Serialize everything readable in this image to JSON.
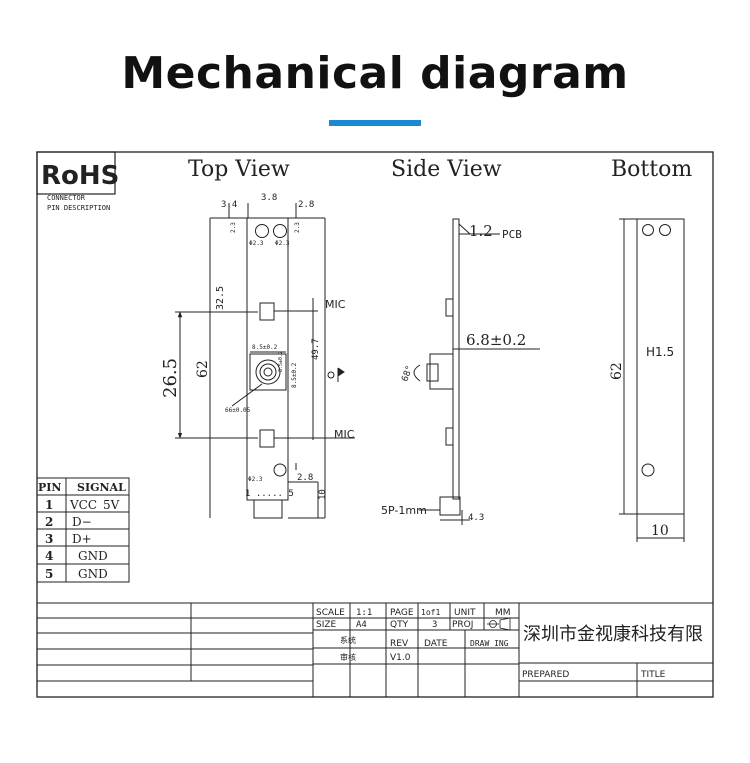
{
  "page": {
    "heading": "Mechanical diagram"
  },
  "colors": {
    "accent": "#1a8ad4",
    "line": "#222222"
  },
  "drawing": {
    "rohs": "RoHS",
    "connector_label": "CONNECTOR",
    "pin_description_label": "PIN DESCRIPTION",
    "top_view": {
      "title": "Top View",
      "dims": {
        "d3_4": "3.4",
        "d3_8": "3.8",
        "d2_8_top": "2.8",
        "d2_3a": "2.3",
        "d2_3b": "2.3",
        "hole_a": "Φ2.3",
        "hole_b": "Φ2.3",
        "d32_5": "32.5",
        "d26_5": "26.5",
        "d62": "62",
        "d49_7": "49.7",
        "d8_5a": "8.5±0.2",
        "d8_5b": "8.5±0.2",
        "d8_5c": "8.5±0.2",
        "fov": "66±0.05",
        "hole_c": "Φ2.3",
        "d2_8_bottom": "2.8",
        "d10": "10",
        "pins": "1 ..... 5"
      },
      "mic_top": "MIC",
      "mic_bottom": "MIC"
    },
    "side_view": {
      "title": "Side View",
      "pcb": "1.2",
      "pcb_label": "PCB",
      "lens": "6.8±0.2",
      "angle": "68°",
      "connector": "5P-1mm",
      "d4_3": "4.3"
    },
    "bottom_view": {
      "title": "Bottom",
      "h": "H1.5",
      "d62": "62",
      "d10": "10"
    },
    "pin_table": {
      "headers": [
        "PIN",
        "SIGNAL"
      ],
      "rows": [
        {
          "pin": "1",
          "signal": "VCC_5V"
        },
        {
          "pin": "2",
          "signal": "D−"
        },
        {
          "pin": "3",
          "signal": "D+"
        },
        {
          "pin": "4",
          "signal": "GND"
        },
        {
          "pin": "5",
          "signal": "GND"
        }
      ]
    },
    "title_block": {
      "scale_label": "SCALE",
      "scale": "1:1",
      "page_label": "PAGE",
      "page": "1of1",
      "unit_label": "UNIT",
      "unit": "MM",
      "size_label": "SIZE",
      "size": "A4",
      "qty_label": "QTY",
      "qty": "3",
      "proj_label": "PROJ",
      "rev_label": "REV",
      "date_label": "DATE",
      "draw_label": "DRAW ING",
      "rev": "V1.0",
      "cn1": "系统",
      "cn2": "审核",
      "company": "深圳市金视康科技有限",
      "prepared_label": "PREPARED",
      "title_label": "TITLE"
    }
  }
}
